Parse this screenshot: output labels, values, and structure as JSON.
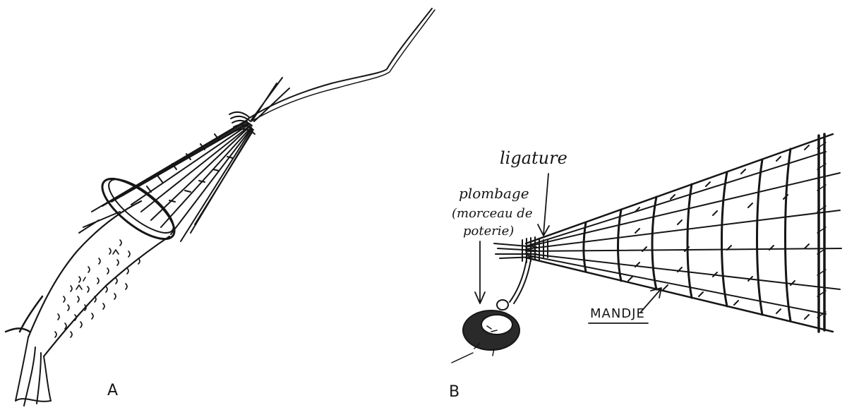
{
  "figures": {
    "a": {
      "label": "A"
    },
    "b": {
      "label": "B"
    }
  },
  "annotations": {
    "ligature": "ligature",
    "plombage": {
      "line1": "plombage",
      "line2": "(morceau de",
      "line3": "poterie)"
    },
    "mandje": "MANDJE"
  }
}
